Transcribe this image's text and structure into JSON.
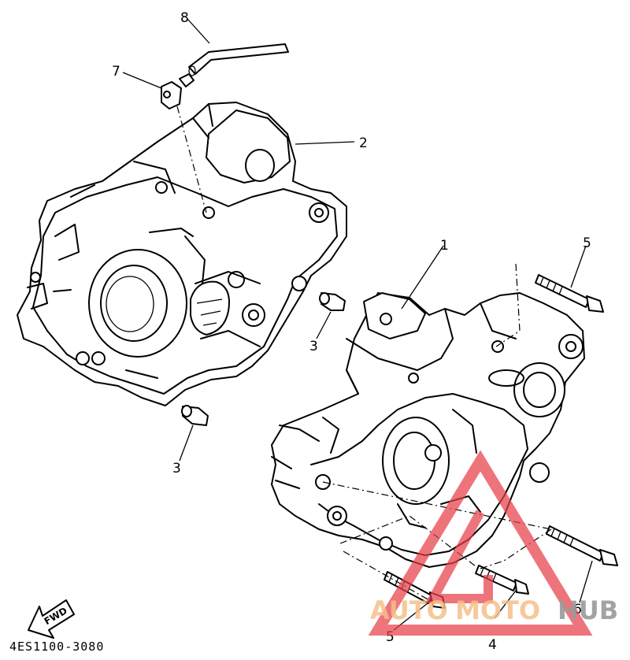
{
  "diagram": {
    "part_code": "4ES1100-3080",
    "fwd_label": "FWD",
    "callouts": {
      "c1": "1",
      "c2": "2",
      "c3a": "3",
      "c3b": "3",
      "c4": "4",
      "c5a": "5",
      "c5b": "5",
      "c6": "6",
      "c7": "7",
      "c8": "8"
    }
  },
  "watermark": {
    "text_auto": "AUTO",
    "text_moto": "MOTO",
    "text_hub": "HUB",
    "colors": {
      "auto": "#f5c08a",
      "moto": "#f5c08a",
      "hub": "#9a9a9a",
      "logo": "#e8404a"
    }
  }
}
